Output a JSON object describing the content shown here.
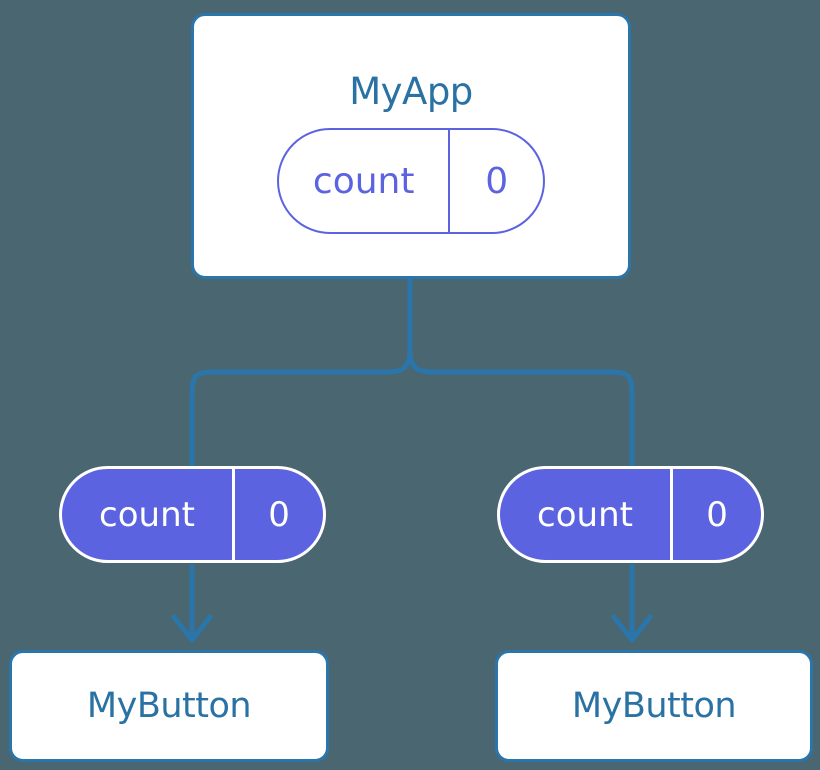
{
  "diagram": {
    "type": "component-tree",
    "background_color": "#4a6670",
    "accent_border_color": "#2a76ab",
    "accent_text_color": "#2a72a4",
    "state_color": "#5c63e0",
    "card_fill_color": "#ffffff"
  },
  "root": {
    "title": "MyApp",
    "state": {
      "key": "count",
      "value": "0"
    }
  },
  "children": [
    {
      "state": {
        "key": "count",
        "value": "0"
      },
      "title": "MyButton"
    },
    {
      "state": {
        "key": "count",
        "value": "0"
      },
      "title": "MyButton"
    }
  ],
  "connectors": {
    "root_to_children": "branching-line",
    "state_to_button": "arrow-down"
  }
}
